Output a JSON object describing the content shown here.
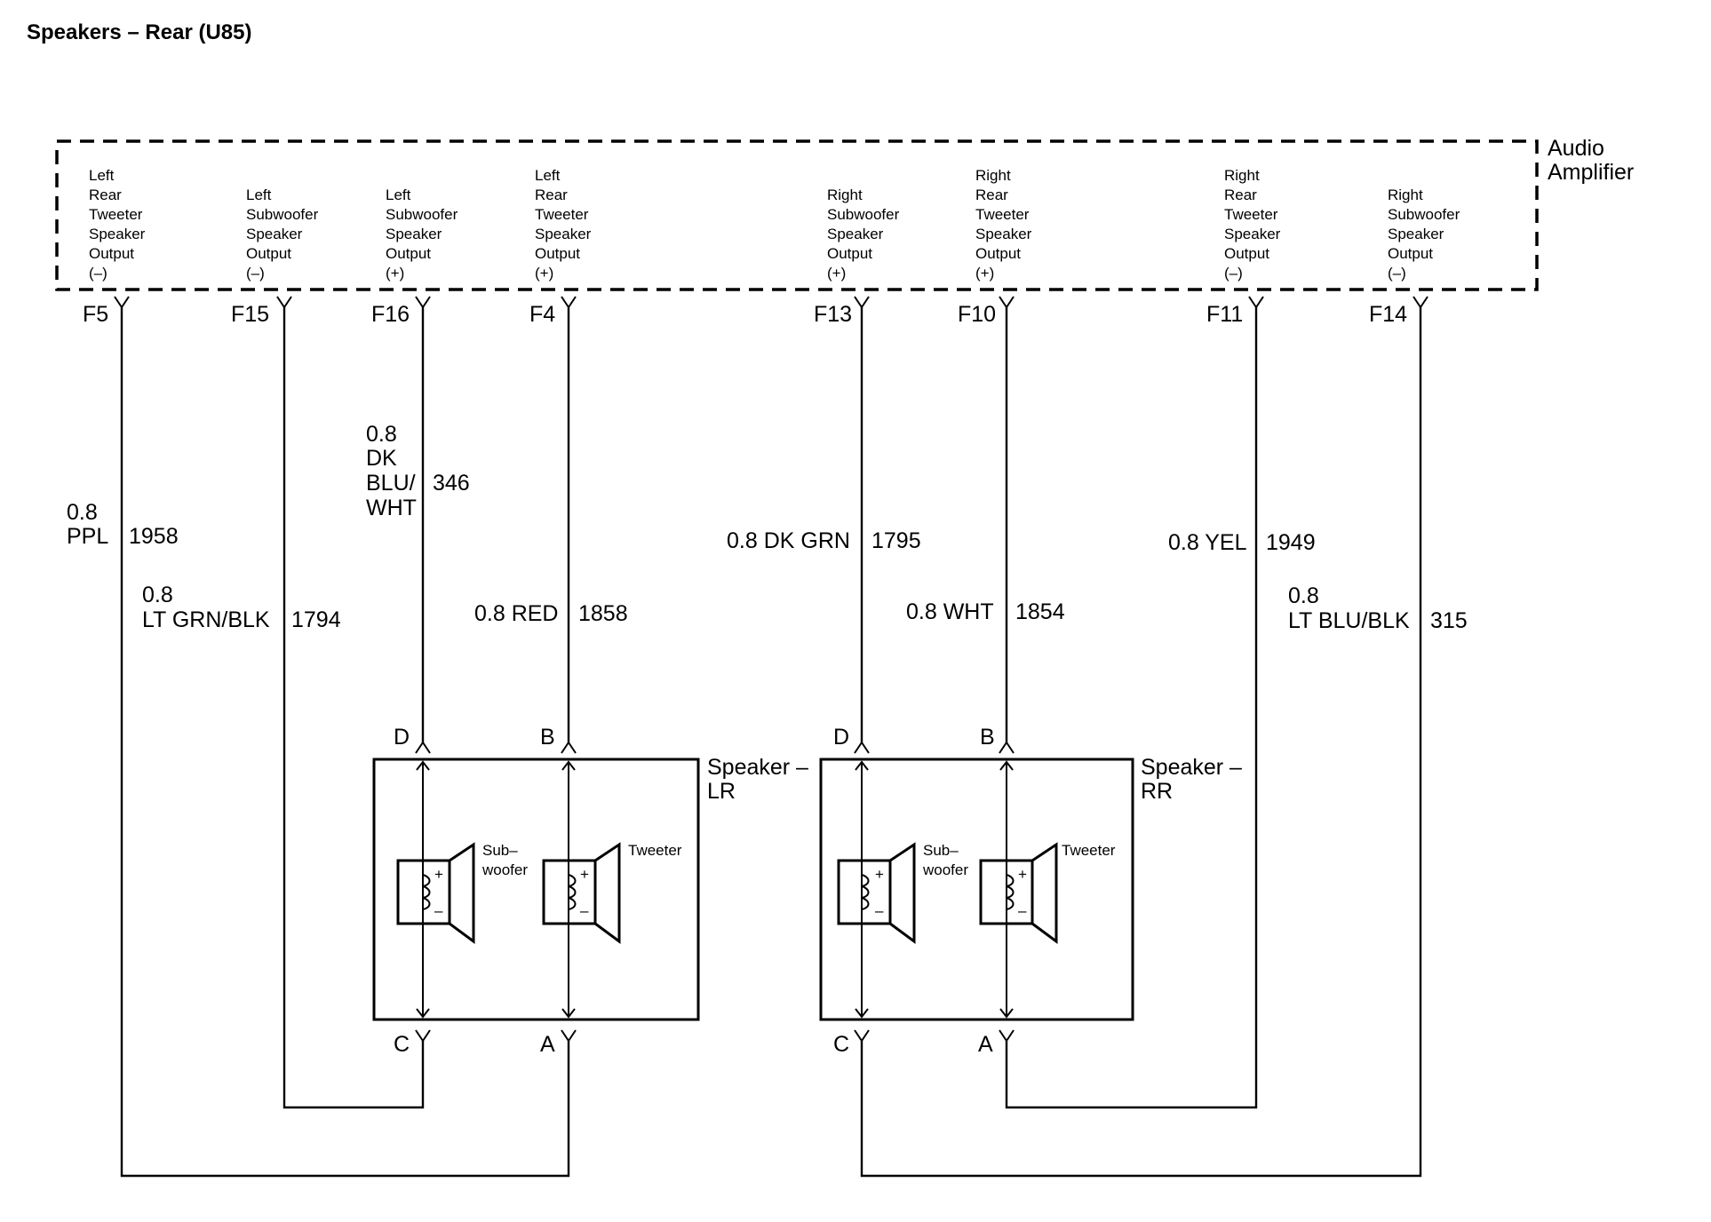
{
  "title": "Speakers – Rear (U85)",
  "amplifier": {
    "label_lines": [
      "Audio",
      "Amplifier"
    ]
  },
  "pins": [
    {
      "id": "F5",
      "name_lines": [
        "Left",
        "Rear",
        "Tweeter",
        "Speaker",
        "Output",
        "(–)"
      ]
    },
    {
      "id": "F15",
      "name_lines": [
        "Left",
        "Subwoofer",
        "Speaker",
        "Output",
        "(–)"
      ]
    },
    {
      "id": "F16",
      "name_lines": [
        "Left",
        "Subwoofer",
        "Speaker",
        "Output",
        "(+)"
      ]
    },
    {
      "id": "F4",
      "name_lines": [
        "Left",
        "Rear",
        "Tweeter",
        "Speaker",
        "Output",
        "(+)"
      ]
    },
    {
      "id": "F13",
      "name_lines": [
        "Right",
        "Subwoofer",
        "Speaker",
        "Output",
        "(+)"
      ]
    },
    {
      "id": "F10",
      "name_lines": [
        "Right",
        "Rear",
        "Tweeter",
        "Speaker",
        "Output",
        "(+)"
      ]
    },
    {
      "id": "F11",
      "name_lines": [
        "Right",
        "Rear",
        "Tweeter",
        "Speaker",
        "Output",
        "(–)"
      ]
    },
    {
      "id": "F14",
      "name_lines": [
        "Right",
        "Subwoofer",
        "Speaker",
        "Output",
        "(–)"
      ]
    }
  ],
  "wires": [
    {
      "pin": "F5",
      "label_lines": [
        "0.8",
        "PPL"
      ],
      "circuit": "1958"
    },
    {
      "pin": "F15",
      "label_lines": [
        "0.8",
        "LT GRN/BLK"
      ],
      "circuit": "1794"
    },
    {
      "pin": "F16",
      "label_lines": [
        "0.8",
        "DK",
        "BLU/",
        "WHT"
      ],
      "circuit": "346"
    },
    {
      "pin": "F4",
      "label_lines": [
        "0.8 RED"
      ],
      "circuit": "1858"
    },
    {
      "pin": "F13",
      "label_lines": [
        "0.8 DK GRN"
      ],
      "circuit": "1795"
    },
    {
      "pin": "F10",
      "label_lines": [
        "0.8 WHT"
      ],
      "circuit": "1854"
    },
    {
      "pin": "F11",
      "label_lines": [
        "0.8 YEL"
      ],
      "circuit": "1949"
    },
    {
      "pin": "F14",
      "label_lines": [
        "0.8",
        "LT BLU/BLK"
      ],
      "circuit": "315"
    }
  ],
  "speakers": [
    {
      "id": "LR",
      "label_lines": [
        "Speaker –",
        "LR"
      ],
      "connectors_top": [
        "D",
        "B"
      ],
      "connectors_bottom": [
        "C",
        "A"
      ],
      "elements": [
        {
          "label_lines": [
            "Sub–",
            "woofer"
          ],
          "plus": "+",
          "minus": "–"
        },
        {
          "label_lines": [
            "Tweeter"
          ],
          "plus": "+",
          "minus": "–"
        }
      ]
    },
    {
      "id": "RR",
      "label_lines": [
        "Speaker –",
        "RR"
      ],
      "connectors_top": [
        "D",
        "B"
      ],
      "connectors_bottom": [
        "C",
        "A"
      ],
      "elements": [
        {
          "label_lines": [
            "Sub–",
            "woofer"
          ],
          "plus": "+",
          "minus": "–"
        },
        {
          "label_lines": [
            "Tweeter"
          ],
          "plus": "+",
          "minus": "–"
        }
      ]
    }
  ]
}
